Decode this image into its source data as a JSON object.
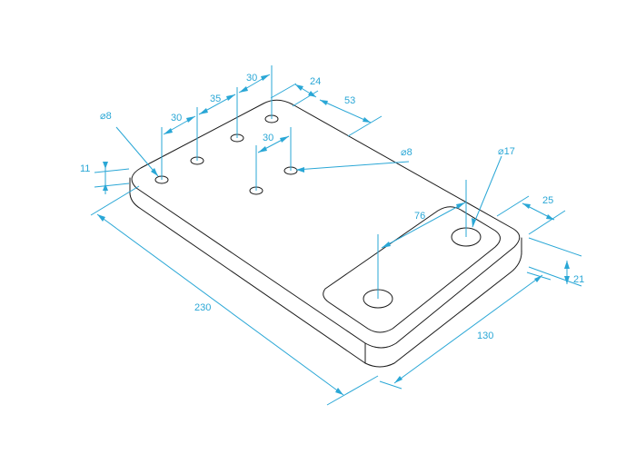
{
  "diagram": {
    "colors": {
      "outline": "#1a1a1a",
      "dimension": "#2aa7d6",
      "background": "#ffffff"
    },
    "dimensions": {
      "length": "230",
      "width": "130",
      "thickness": "11",
      "pocket_depth": "21",
      "pocket_offset": "25",
      "pocket_width": "76",
      "hole_spacing_a": "30",
      "hole_spacing_b": "35",
      "hole_spacing_c": "30",
      "hole_spacing_d": "30",
      "edge_offset_a": "24",
      "edge_offset_b": "53",
      "small_hole_dia_left": "8",
      "small_hole_dia_right": "8",
      "large_hole_dia": "17"
    },
    "diameter_symbol": "⌀"
  }
}
